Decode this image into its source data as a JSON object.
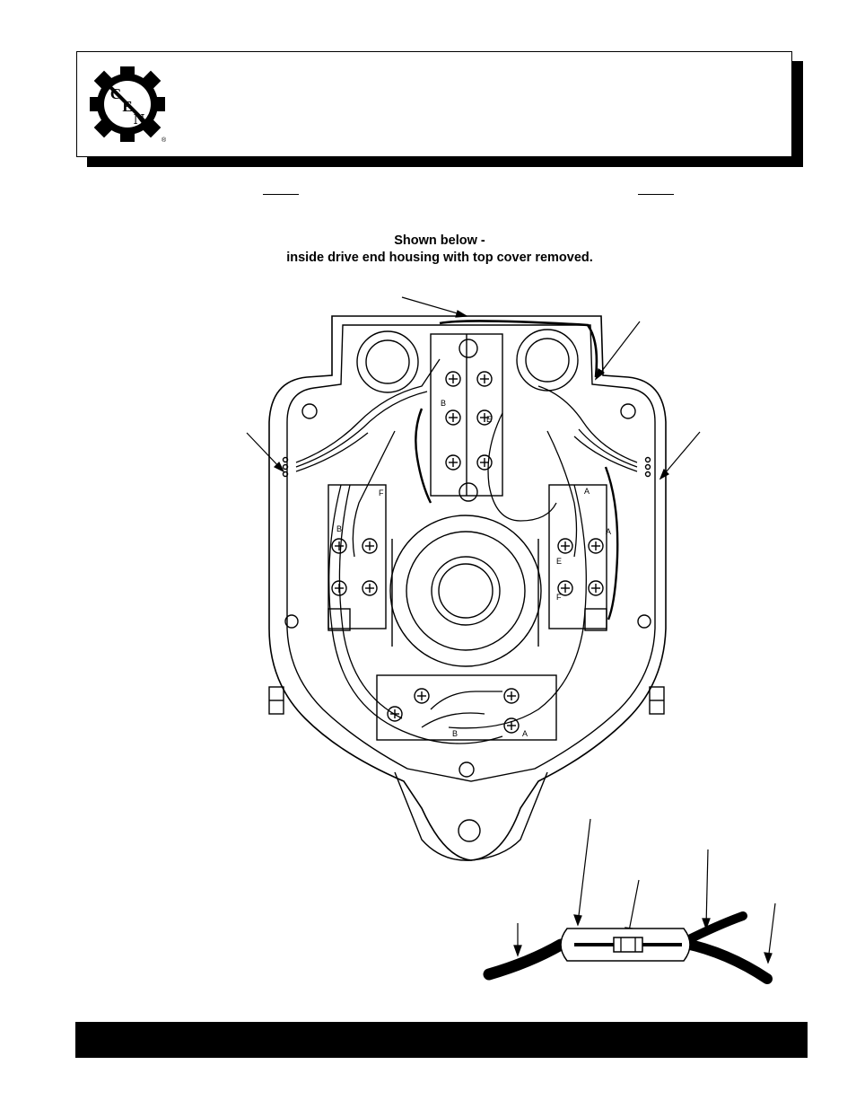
{
  "header": {
    "logo_letters": [
      "C",
      "E",
      "N"
    ],
    "logo_mark": "®",
    "logo_icon": "gear-badge-icon"
  },
  "caption": {
    "line1": "Shown below -",
    "line2": "inside drive end housing with top cover removed."
  },
  "diagram": {
    "terminal_letters": [
      "B",
      "E",
      "F",
      "A",
      "B",
      "E",
      "F",
      "A",
      "B",
      "A"
    ]
  },
  "colors": {
    "ink": "#000000",
    "paper": "#ffffff"
  }
}
